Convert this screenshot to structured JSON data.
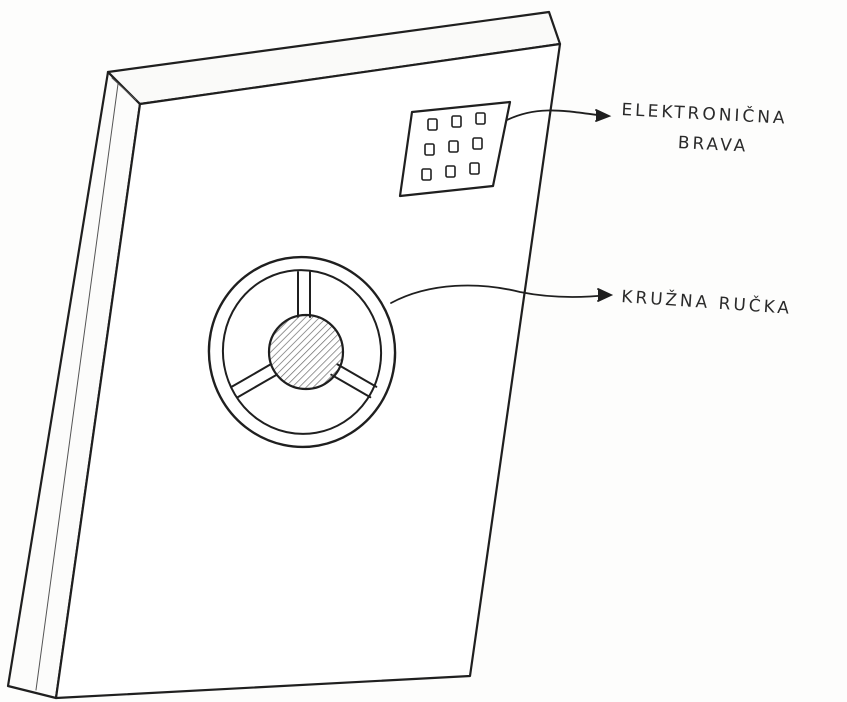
{
  "diagram": {
    "callouts": {
      "lock": {
        "line1": "ELEKTRONIČNA",
        "line2": "BRAVA"
      },
      "handle": {
        "text": "KRUŽNA RUČKA"
      }
    },
    "keypad": {
      "rows": 3,
      "columns": 3
    },
    "handle_spokes": 3,
    "colors": {
      "ink": "#1f1f1f",
      "paper": "#fdfdfc"
    }
  }
}
